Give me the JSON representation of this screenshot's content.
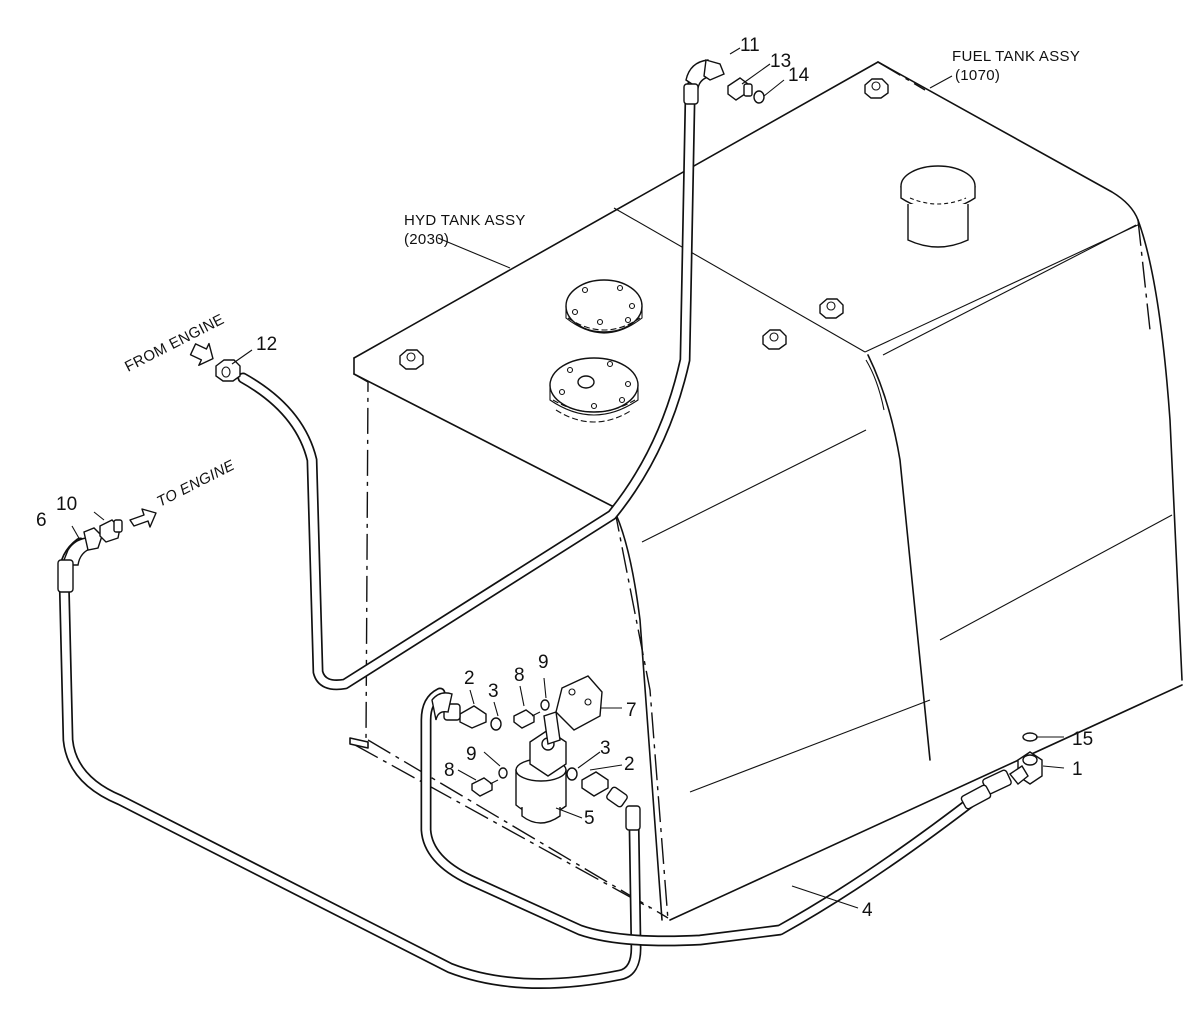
{
  "assemblies": {
    "fuel_tank": {
      "name": "FUEL TANK ASSY",
      "code": "(1070)"
    },
    "hyd_tank": {
      "name": "HYD TANK ASSY",
      "code": "(2030)"
    }
  },
  "flow_labels": {
    "from_engine": "FROM ENGINE",
    "to_engine": "TO ENGINE"
  },
  "part_numbers": {
    "p1": "1",
    "p2a": "2",
    "p2b": "2",
    "p3a": "3",
    "p3b": "3",
    "p4": "4",
    "p5": "5",
    "p6": "6",
    "p7": "7",
    "p8a": "8",
    "p8b": "8",
    "p9a": "9",
    "p9b": "9",
    "p10": "10",
    "p11": "11",
    "p12": "12",
    "p13": "13",
    "p14": "14",
    "p15": "15"
  }
}
